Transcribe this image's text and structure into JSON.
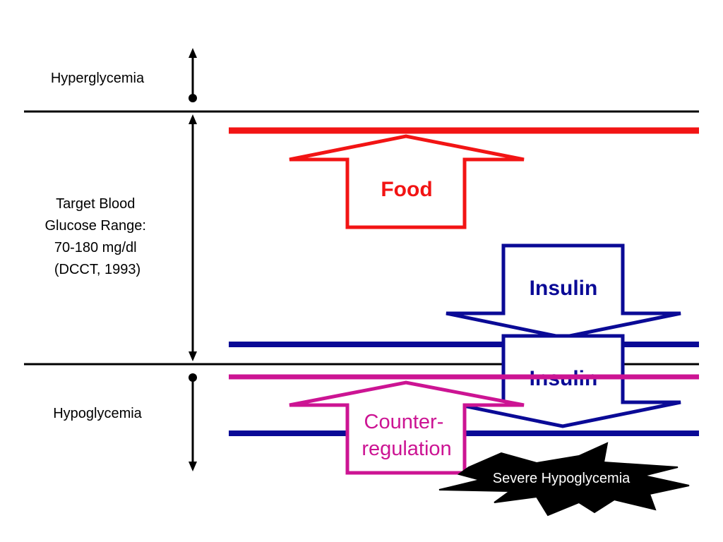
{
  "zones": {
    "hyperglycemia": "Hyperglycemia",
    "target": [
      "Target Blood",
      "Glucose Range:",
      "70-180 mg/dl",
      "(DCCT, 1993)"
    ],
    "hypoglycemia": "Hypoglycemia"
  },
  "arrows": {
    "food": "Food",
    "insulin_upper": "Insulin",
    "insulin_lower": "Insulin",
    "counter_regulation": [
      "Counter-",
      "regulation"
    ]
  },
  "burst": {
    "label": "Severe Hypoglycemia"
  },
  "colors": {
    "black": "#000000",
    "food": "#f21414",
    "insulin": "#0a0a96",
    "counter": "#cc1493",
    "burst_fill": "#000000",
    "burst_text": "#ffffff"
  }
}
